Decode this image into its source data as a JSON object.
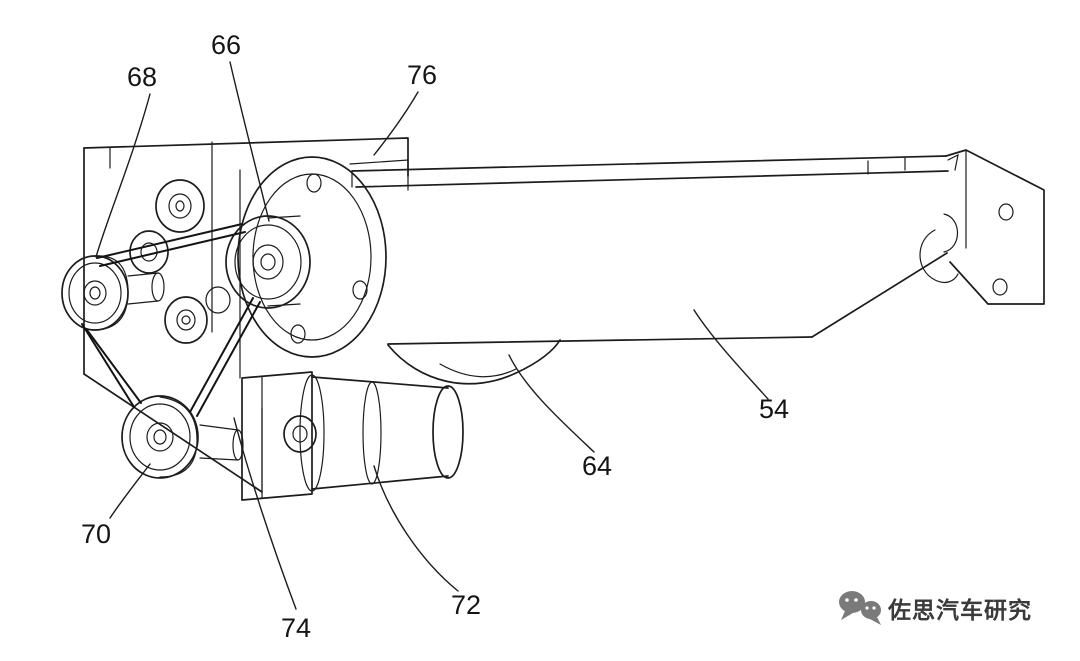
{
  "colors": {
    "background": "#ffffff",
    "line": "#1c1c1c",
    "watermark_text": "#3a3a3a",
    "watermark_icon": "#7a7a7a"
  },
  "figure": {
    "reference_labels": [
      {
        "id": "68",
        "text": "68"
      },
      {
        "id": "66",
        "text": "66"
      },
      {
        "id": "76",
        "text": "76"
      },
      {
        "id": "54",
        "text": "54"
      },
      {
        "id": "64",
        "text": "64"
      },
      {
        "id": "70",
        "text": "70"
      },
      {
        "id": "72",
        "text": "72"
      },
      {
        "id": "74",
        "text": "74"
      }
    ]
  },
  "watermark": {
    "icon": "wechat-logo-icon",
    "text": "佐思汽车研究"
  }
}
